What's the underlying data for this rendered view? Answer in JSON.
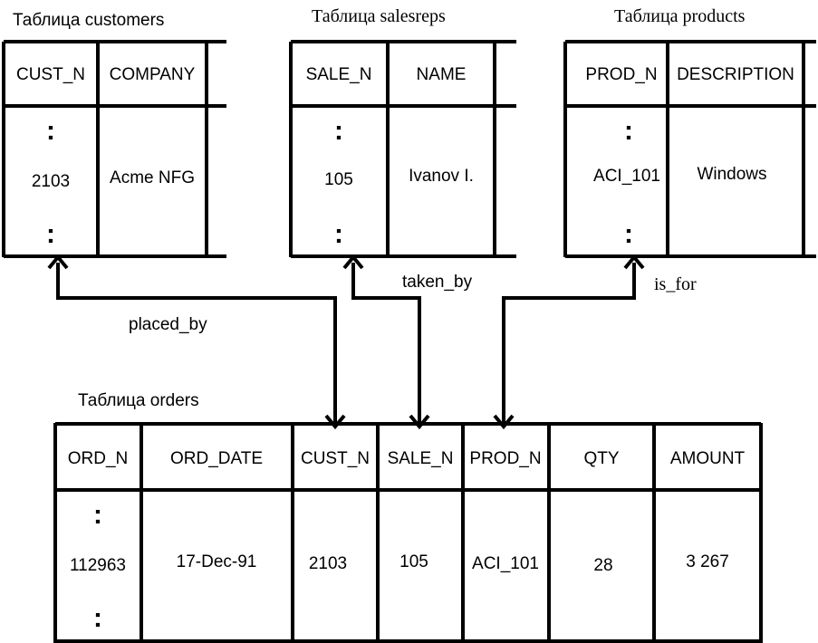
{
  "tables": {
    "customers": {
      "title": "Таблица customers",
      "headers": [
        "CUST_N",
        "COMPANY"
      ],
      "dots": ":",
      "row": [
        "2103",
        "Acme NFG"
      ]
    },
    "salesreps": {
      "title": "Таблица salesreps",
      "headers": [
        "SALE_N",
        "NAME"
      ],
      "dots": ":",
      "row": [
        "105",
        "Ivanov I."
      ]
    },
    "products": {
      "title": "Таблица products",
      "headers": [
        "PROD_N",
        "DESCRIPTION"
      ],
      "dots": ":",
      "row": [
        "ACI_101",
        "Windows"
      ]
    },
    "orders": {
      "title": "Таблица orders",
      "headers": [
        "ORD_N",
        "ORD_DATE",
        "CUST_N",
        "SALE_N",
        "PROD_N",
        "QTY",
        "AMOUNT"
      ],
      "dots": ":",
      "row": [
        "112963",
        "17-Dec-91",
        "2103",
        "105",
        "ACI_101",
        "28",
        "3 267"
      ]
    }
  },
  "relations": {
    "placed_by": "placed_by",
    "taken_by": "taken_by",
    "is_for": "is_for"
  }
}
